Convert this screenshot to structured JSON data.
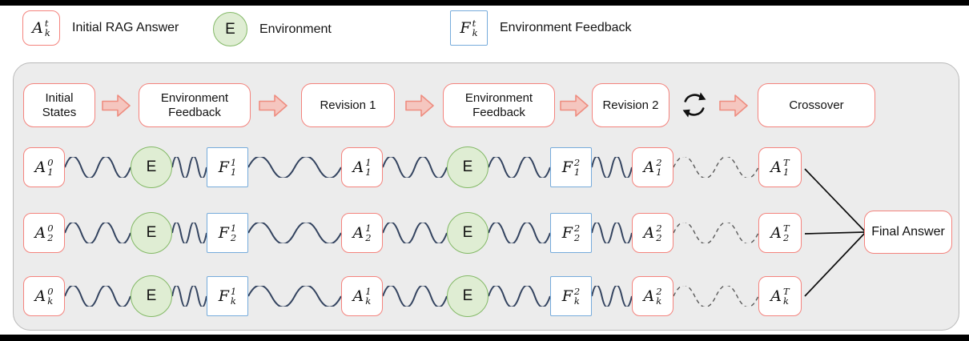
{
  "colors": {
    "answer_border": "#F4837D",
    "feedback_border": "#76ABDB",
    "environment_fill": "#DFEDD3",
    "environment_border": "#83B966",
    "block_arrow_fill": "#F5C6BF",
    "block_arrow_border": "#EE8D80",
    "wave_line": "#33435F",
    "panel_background": "#ECECEC",
    "panel_border": "#B9B9B9"
  },
  "legend": {
    "items": [
      {
        "symbol": {
          "base": "A",
          "sup": "t",
          "sub": "k"
        },
        "label": "Initial RAG Answer"
      },
      {
        "symbol": {
          "base": "E"
        },
        "label": "Environment"
      },
      {
        "symbol": {
          "base": "F",
          "sup": "t",
          "sub": "k"
        },
        "label": "Environment Feedback"
      }
    ]
  },
  "pipeline": {
    "stage1": "Initial States",
    "stage2": "Environment Feedback",
    "stage3": "Revision 1",
    "stage4": "Environment Feedback",
    "stage5": "Revision 2",
    "stage6": "Crossover"
  },
  "rows": [
    {
      "a0": {
        "base": "A",
        "sup": "0",
        "sub": "1"
      },
      "e1": "E",
      "f1": {
        "base": "F",
        "sup": "1",
        "sub": "1"
      },
      "a1": {
        "base": "A",
        "sup": "1",
        "sub": "1"
      },
      "e2": "E",
      "f2": {
        "base": "F",
        "sup": "2",
        "sub": "1"
      },
      "a2": {
        "base": "A",
        "sup": "2",
        "sub": "1"
      },
      "aT": {
        "base": "A",
        "sup": "T",
        "sub": "1"
      }
    },
    {
      "a0": {
        "base": "A",
        "sup": "0",
        "sub": "2"
      },
      "e1": "E",
      "f1": {
        "base": "F",
        "sup": "1",
        "sub": "2"
      },
      "a1": {
        "base": "A",
        "sup": "1",
        "sub": "2"
      },
      "e2": "E",
      "f2": {
        "base": "F",
        "sup": "2",
        "sub": "2"
      },
      "a2": {
        "base": "A",
        "sup": "2",
        "sub": "2"
      },
      "aT": {
        "base": "A",
        "sup": "T",
        "sub": "2"
      }
    },
    {
      "a0": {
        "base": "A",
        "sup": "0",
        "sub": "k"
      },
      "e1": "E",
      "f1": {
        "base": "F",
        "sup": "1",
        "sub": "k"
      },
      "a1": {
        "base": "A",
        "sup": "1",
        "sub": "k"
      },
      "e2": "E",
      "f2": {
        "base": "F",
        "sup": "2",
        "sub": "k"
      },
      "a2": {
        "base": "A",
        "sup": "2",
        "sub": "k"
      },
      "aT": {
        "base": "A",
        "sup": "T",
        "sub": "k"
      }
    }
  ],
  "final_answer": "Final Answer"
}
